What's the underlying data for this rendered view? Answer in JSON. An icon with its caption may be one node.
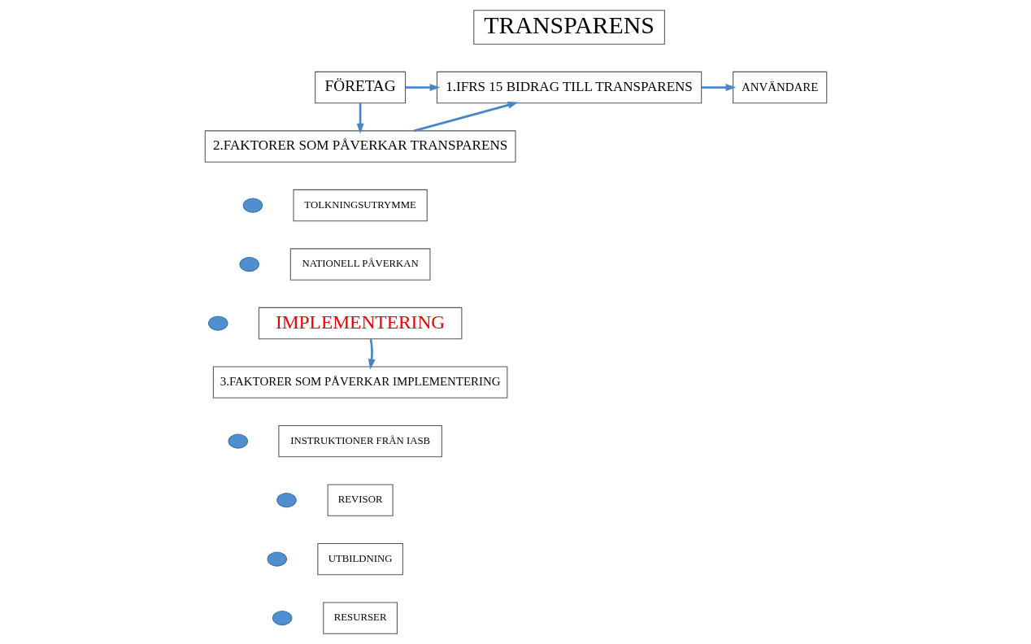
{
  "diagram": {
    "nodes": [
      {
        "text": [
          "TRANSPARENS"
        ]
      },
      {
        "text": [
          "FÖRETAG"
        ]
      },
      {
        "text": [
          "1.IFRS 15 BIDRAG TILL TRANSPARENS"
        ]
      },
      {
        "text": [
          "ANVÄNDARE"
        ]
      },
      {
        "text": [
          "2.FAKTORER SOM PÅVERKAR TRANSPARENS"
        ]
      },
      {
        "text": [],
        "shape": "circle"
      },
      {
        "text": [
          "TOLKNINGSUTRYMME"
        ]
      },
      {
        "text": [],
        "shape": "circle"
      },
      {
        "text": [
          "NATIONELL PÅVERKAN"
        ]
      },
      {
        "text": [],
        "shape": "circle"
      },
      {
        "text": [
          "IMPLEMENTERING"
        ]
      },
      {
        "text": [
          "3.FAKTORER SOM PÅVERKAR IMPLEMENTERING"
        ]
      },
      {
        "text": [],
        "shape": "circle"
      },
      {
        "text": [
          "INSTRUKTIONER FRÅN IASB"
        ]
      },
      {
        "text": [],
        "shape": "circle"
      },
      {
        "text": [
          "REVISOR"
        ]
      },
      {
        "text": [],
        "shape": "circle"
      },
      {
        "text": [
          "UTBILDNING"
        ]
      },
      {
        "text": [],
        "shape": "circle"
      },
      {
        "text": [
          "RESURSER"
        ]
      }
    ],
    "edges": [
      {
        "from": 1,
        "to": 2,
        "arrow": "to"
      },
      {
        "from": 2,
        "to": 3,
        "arrow": "to"
      },
      {
        "from": 4,
        "to": 2,
        "arrow": "to"
      },
      {
        "from": 1,
        "to": 4,
        "arrow": "to"
      },
      {
        "from": 10,
        "to": 11,
        "arrow": "to"
      }
    ]
  }
}
